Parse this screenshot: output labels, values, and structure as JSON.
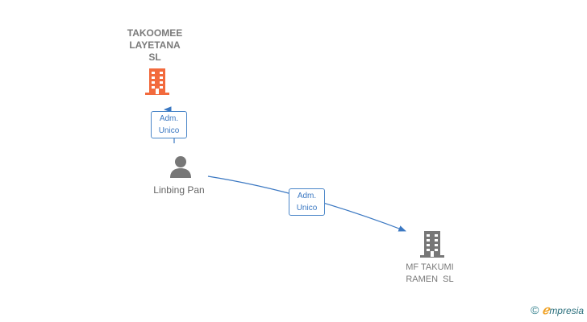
{
  "nodes": {
    "company_top": {
      "name_lines": [
        "TAKOOMEE",
        "LAYETANA",
        "SL"
      ],
      "icon": "building-icon",
      "color": "#f26a3d"
    },
    "person": {
      "name": "Linbing Pan",
      "icon": "person-icon",
      "color": "#777777"
    },
    "company_bottom": {
      "name_lines": [
        "MF TAKUMI",
        "RAMEN  SL"
      ],
      "icon": "building-icon",
      "color": "#777777"
    }
  },
  "relations": [
    {
      "from": "person",
      "to": "company_top",
      "label_lines": [
        "Adm.",
        "Unico"
      ]
    },
    {
      "from": "person",
      "to": "company_bottom",
      "label_lines": [
        "Adm.",
        "Unico"
      ]
    }
  ],
  "brand": {
    "copyright": "©",
    "name_first": "ℯ",
    "name_rest": "mpresia"
  },
  "colors": {
    "edge": "#3b78c2",
    "accent": "#f26a3d"
  }
}
